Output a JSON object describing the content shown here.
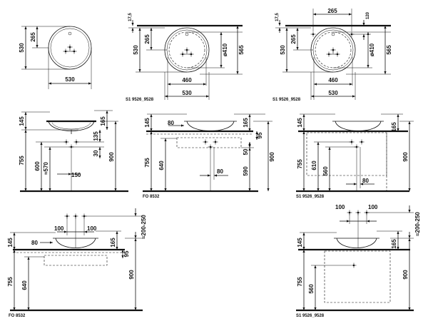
{
  "top_views": {
    "view1": {
      "width": "530",
      "height": "530",
      "offset": "265"
    },
    "view2": {
      "top": "17,5",
      "height": "530",
      "offset": "265",
      "overall": "565",
      "diameter": "ø410",
      "inner": "460",
      "width": "530",
      "caption": "S1 9526_9528"
    },
    "view3": {
      "top": "17,5",
      "width_top": "265",
      "right_top": "120",
      "height": "530",
      "offset": "265",
      "overall": "565",
      "diameter": "ø410",
      "inner": "460",
      "width": "530",
      "caption": "S1 9526_9528"
    }
  },
  "side_views": {
    "view4": {
      "d145": "145",
      "d165": "165",
      "d755": "755",
      "d600": "600",
      "d570": "≈570",
      "d135": "135",
      "d30": "30",
      "d900": "900",
      "d150": "150"
    },
    "view5": {
      "d145": "145",
      "d80": "80",
      "d165": "165",
      "d95": "95",
      "d755": "755",
      "d640": "640",
      "d50": "50",
      "d590": "590",
      "d900": "900",
      "d80b": "80",
      "caption": "FO 8532"
    },
    "view6": {
      "d145": "145",
      "d165": "165",
      "d755": "755",
      "d610": "610",
      "d560": "560",
      "d900": "900",
      "d80": "80",
      "caption": "S1 9526_9528"
    }
  },
  "bottom_views": {
    "view7": {
      "d100a": "100",
      "d100b": "100",
      "d145": "145",
      "d80": "80",
      "d165": "165",
      "d95": "95",
      "d755": "755",
      "d640": "640",
      "d900": "900",
      "d200": "≈200-250",
      "caption": "FO 8532"
    },
    "view8": {
      "d100a": "100",
      "d100b": "100",
      "d145": "145",
      "d165": "165",
      "d755": "755",
      "d560": "560",
      "d900": "900",
      "d200": "≈200-250",
      "caption": "S1 9526_9528"
    }
  }
}
